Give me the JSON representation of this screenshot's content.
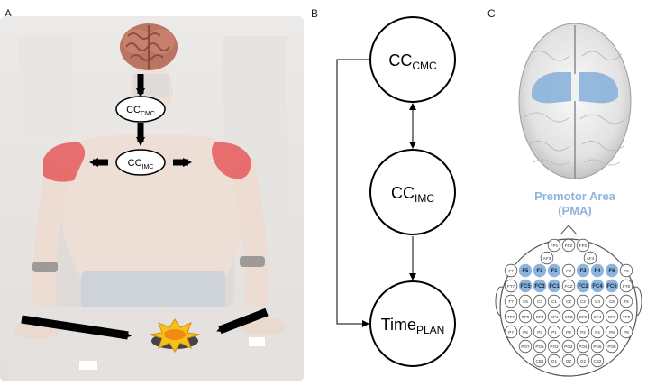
{
  "panels": {
    "a": "A",
    "b": "B",
    "c": "C"
  },
  "panel_a": {
    "cc_cmc": {
      "base": "CC",
      "sub": "CMC"
    },
    "cc_imc": {
      "base": "CC",
      "sub": "IMC"
    }
  },
  "panel_b": {
    "node_cmc": {
      "base": "CC",
      "sub": "CMC"
    },
    "node_imc": {
      "base": "CC",
      "sub": "IMC"
    },
    "node_time": {
      "base": "Time",
      "sub": "PLAN"
    }
  },
  "panel_c": {
    "pma_title": "Premotor Area",
    "pma_abbrev": "(PMA)",
    "highlight_color": "#8fb4db",
    "electrodes": [
      {
        "l": "FP1",
        "h": false
      },
      {
        "l": "FPZ",
        "h": false
      },
      {
        "l": "FP2",
        "h": false
      },
      {
        "l": "AF3",
        "h": false
      },
      {
        "l": "AF4",
        "h": false
      },
      {
        "l": "F7",
        "h": false
      },
      {
        "l": "F5",
        "h": true
      },
      {
        "l": "F3",
        "h": true
      },
      {
        "l": "F1",
        "h": true
      },
      {
        "l": "FZ",
        "h": false
      },
      {
        "l": "F2",
        "h": true
      },
      {
        "l": "F4",
        "h": true
      },
      {
        "l": "F6",
        "h": true
      },
      {
        "l": "F8",
        "h": false
      },
      {
        "l": "FT7",
        "h": false
      },
      {
        "l": "FC5",
        "h": true
      },
      {
        "l": "FC3",
        "h": true
      },
      {
        "l": "FC1",
        "h": true
      },
      {
        "l": "FCZ",
        "h": false
      },
      {
        "l": "FC2",
        "h": true
      },
      {
        "l": "FC4",
        "h": true
      },
      {
        "l": "FC6",
        "h": true
      },
      {
        "l": "FT8",
        "h": false
      },
      {
        "l": "T7",
        "h": false
      },
      {
        "l": "C5",
        "h": false
      },
      {
        "l": "C3",
        "h": false
      },
      {
        "l": "C1",
        "h": false
      },
      {
        "l": "CZ",
        "h": false
      },
      {
        "l": "C2",
        "h": false
      },
      {
        "l": "C4",
        "h": false
      },
      {
        "l": "C6",
        "h": false
      },
      {
        "l": "T8",
        "h": false
      },
      {
        "l": "TP7",
        "h": false
      },
      {
        "l": "CP5",
        "h": false
      },
      {
        "l": "CP3",
        "h": false
      },
      {
        "l": "CP1",
        "h": false
      },
      {
        "l": "CPZ",
        "h": false
      },
      {
        "l": "CP2",
        "h": false
      },
      {
        "l": "CP4",
        "h": false
      },
      {
        "l": "CP6",
        "h": false
      },
      {
        "l": "TP8",
        "h": false
      },
      {
        "l": "P7",
        "h": false
      },
      {
        "l": "P5",
        "h": false
      },
      {
        "l": "P3",
        "h": false
      },
      {
        "l": "P1",
        "h": false
      },
      {
        "l": "PZ",
        "h": false
      },
      {
        "l": "P2",
        "h": false
      },
      {
        "l": "P4",
        "h": false
      },
      {
        "l": "P6",
        "h": false
      },
      {
        "l": "P8",
        "h": false
      },
      {
        "l": "PO7",
        "h": false
      },
      {
        "l": "PO5",
        "h": false
      },
      {
        "l": "PO3",
        "h": false
      },
      {
        "l": "POZ",
        "h": false
      },
      {
        "l": "PO4",
        "h": false
      },
      {
        "l": "PO6",
        "h": false
      },
      {
        "l": "PO8",
        "h": false
      },
      {
        "l": "CB1",
        "h": false
      },
      {
        "l": "O1",
        "h": false
      },
      {
        "l": "OZ",
        "h": false
      },
      {
        "l": "O2",
        "h": false
      },
      {
        "l": "CB2",
        "h": false
      }
    ]
  }
}
